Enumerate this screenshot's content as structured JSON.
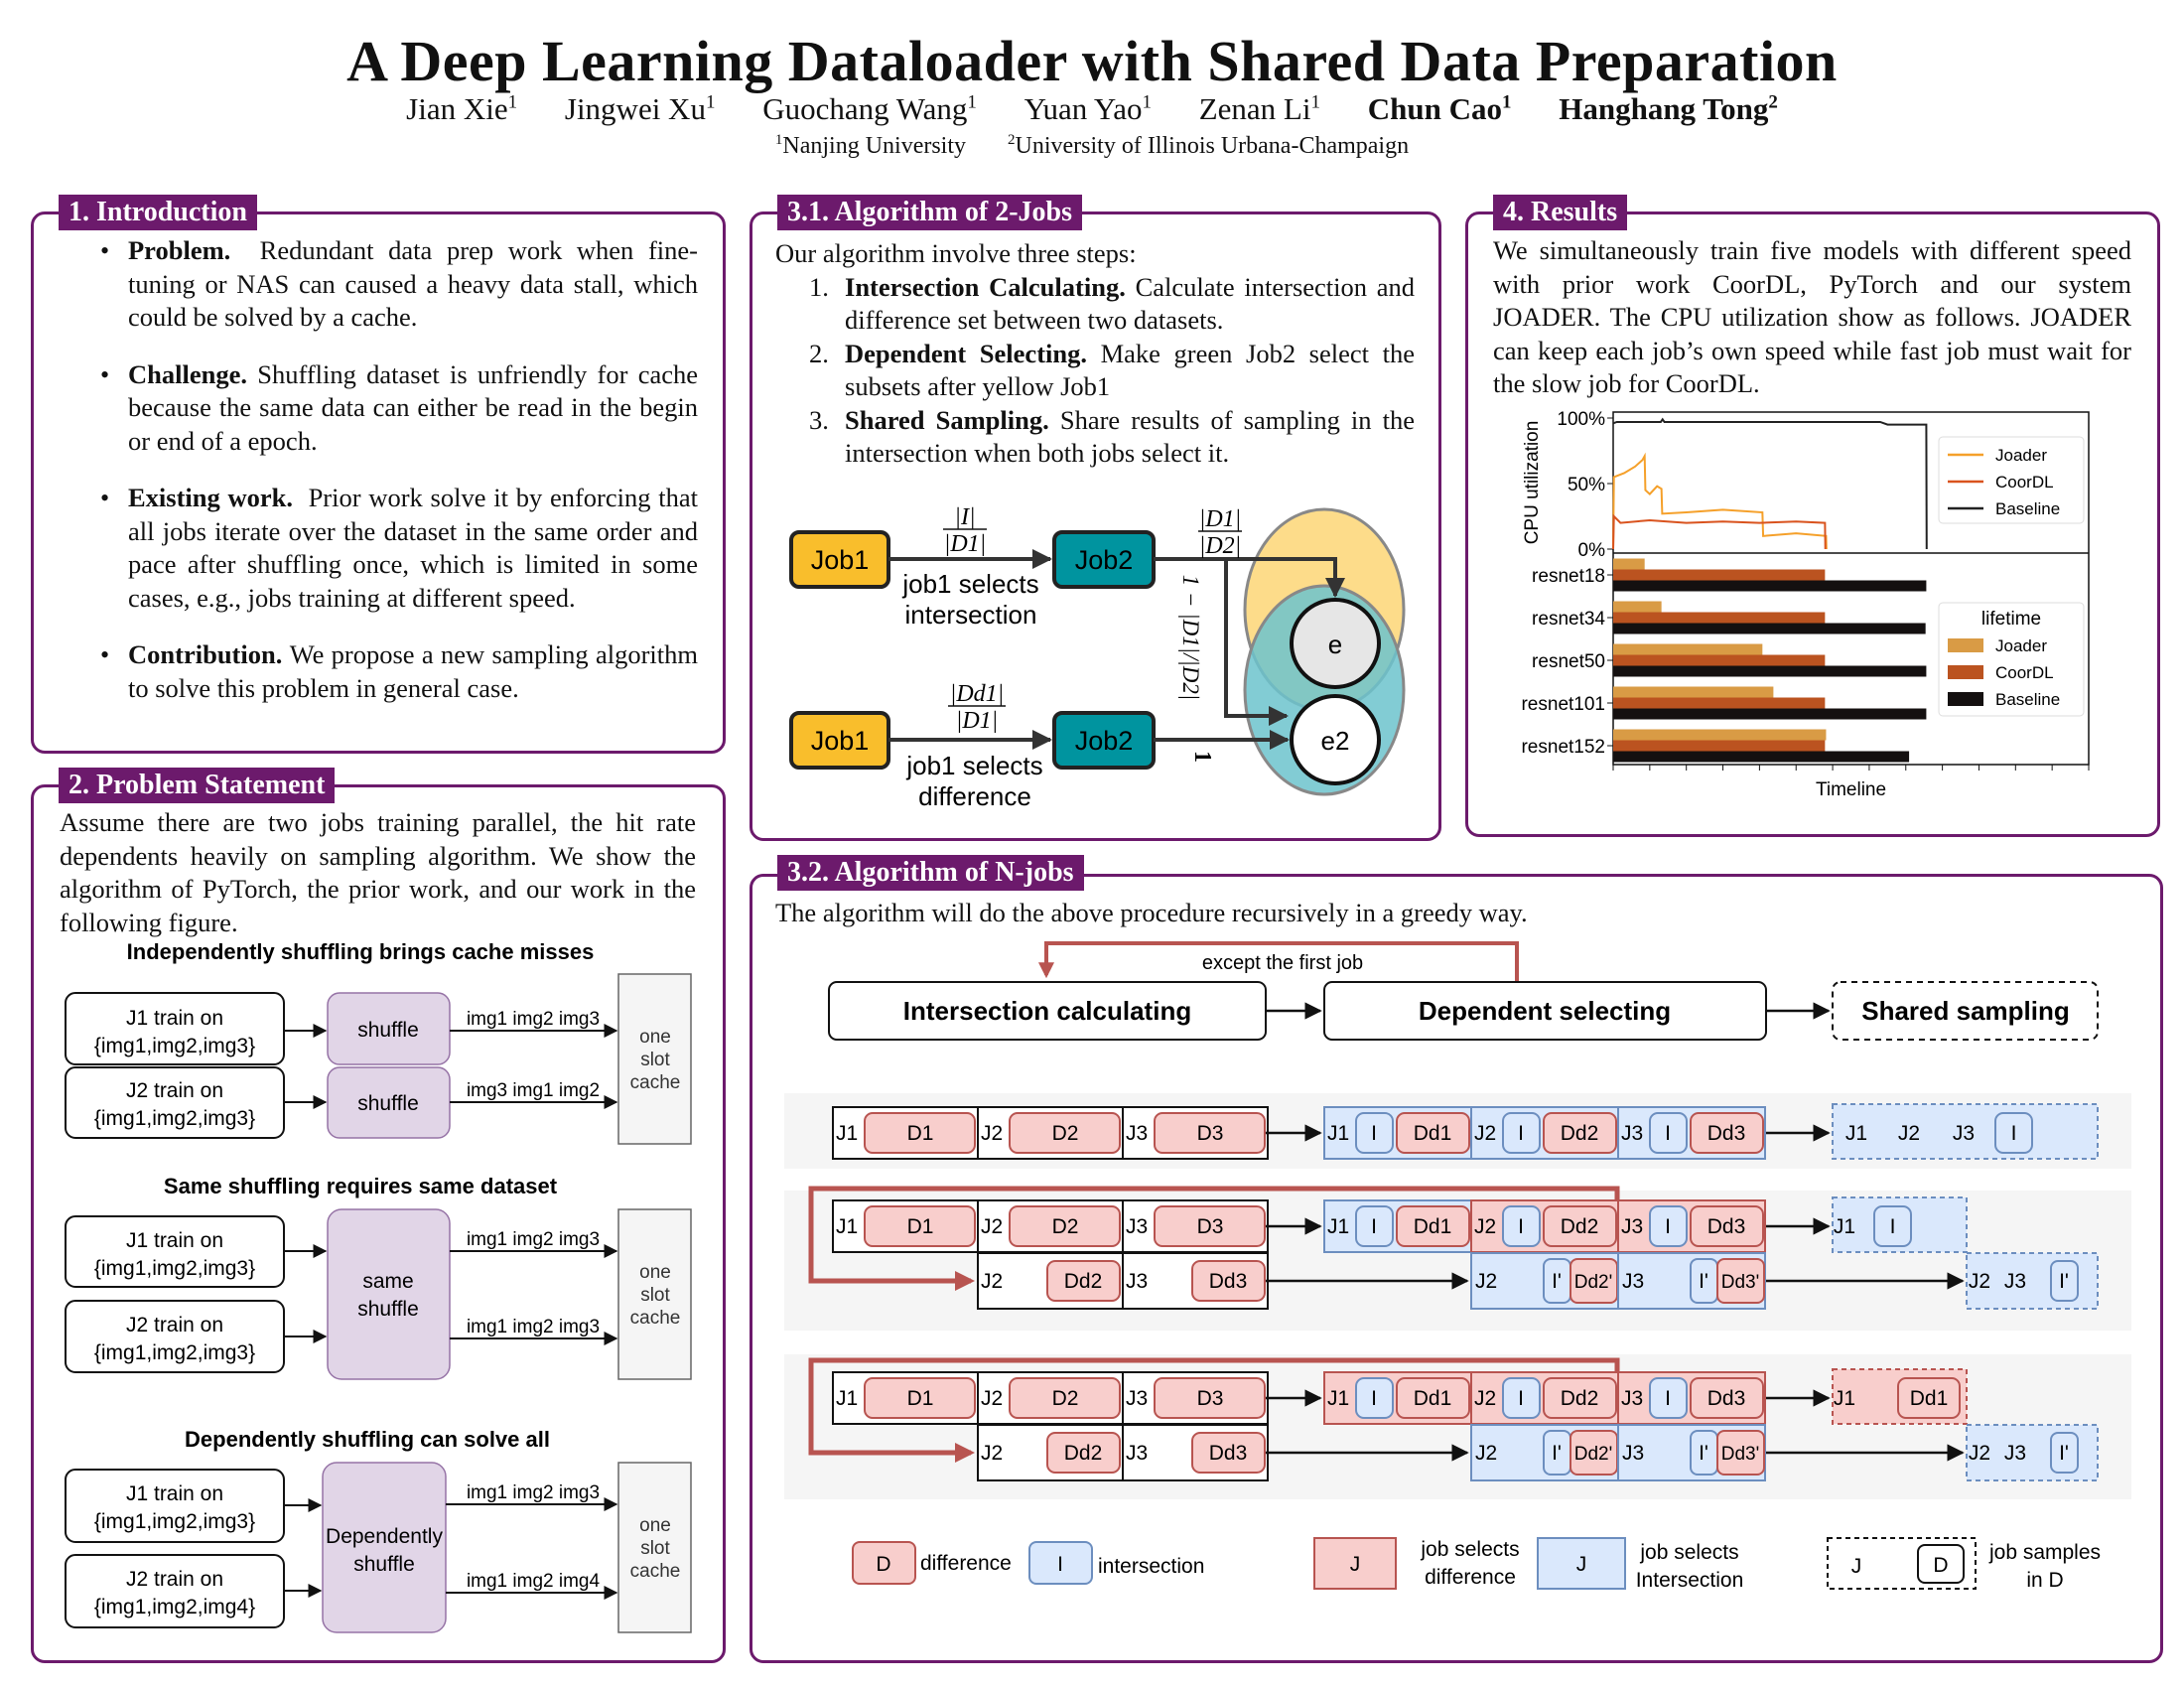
{
  "header": {
    "title": "A Deep Learning Dataloader with Shared Data Preparation",
    "authors": [
      {
        "name": "Jian Xie",
        "sup": "1"
      },
      {
        "name": "Jingwei Xu",
        "sup": "1"
      },
      {
        "name": "Guochang Wang",
        "sup": "1"
      },
      {
        "name": "Yuan Yao",
        "sup": "1"
      },
      {
        "name": "Zenan Li",
        "sup": "1"
      },
      {
        "name": "Chun Cao",
        "sup": "1"
      },
      {
        "name": "Hanghang Tong",
        "sup": "2"
      }
    ],
    "affiliations": [
      {
        "sup": "1",
        "name": "Nanjing University"
      },
      {
        "sup": "2",
        "name": "University of Illinois Urbana-Champaign"
      }
    ]
  },
  "intro": {
    "heading": "1. Introduction",
    "bullets": [
      {
        "title": "Problem.",
        "text": "Redundant data prep work when fine-tuning or NAS can caused a heavy data stall, which could be solved by a cache."
      },
      {
        "title": "Challenge.",
        "text": "Shuffling dataset is unfriendly for cache because the same data can either be read in the begin or end of a epoch."
      },
      {
        "title": "Existing work.",
        "text": "Prior work solve it by enforcing that all jobs iterate over the dataset in the same order and pace after shuffling once, which is limited in some cases, e.g., jobs training at different speed."
      },
      {
        "title": "Contribution.",
        "text": "We propose a new sampling algorithm to solve this problem in general case."
      }
    ]
  },
  "problem": {
    "heading": "2. Problem Statement",
    "text": "Assume there are two jobs training parallel, the hit rate dependents heavily on sampling algorithm. We show the algorithm of PyTorch, the prior work, and our work in the following figure.",
    "figures": [
      {
        "title": "Independently shuffling brings cache misses",
        "j1": "J1 train on",
        "j1_set": "{img1,img2,img3}",
        "j2": "J2 train on",
        "j2_set": "{img1,img2,img3}",
        "shuffle1": "shuffle",
        "shuffle2": "shuffle",
        "stream1": "img1 img2 img3",
        "stream2": "img3 img1 img2",
        "cache": [
          "one",
          "slot",
          "cache"
        ]
      },
      {
        "title": "Same shuffling requires same dataset",
        "j1": "J1 train on",
        "j1_set": "{img1,img2,img3}",
        "j2": "J2 train on",
        "j2_set": "{img1,img2,img3}",
        "shuffle": [
          "same",
          "shuffle"
        ],
        "stream1": "img1 img2 img3",
        "stream2": "img1 img2 img3",
        "cache": [
          "one",
          "slot",
          "cache"
        ]
      },
      {
        "title": "Dependently shuffling can solve all",
        "j1": "J1 train on",
        "j1_set": "{img1,img2,img3}",
        "j2": "J2 train on",
        "j2_set": "{img1,img2,img4}",
        "shuffle": [
          "Dependently",
          "shuffle"
        ],
        "stream1": "img1 img2 img3",
        "stream2": "img1 img2 img4",
        "cache": [
          "one",
          "slot",
          "cache"
        ]
      }
    ]
  },
  "alg2": {
    "heading": "3.1. Algorithm of 2-Jobs",
    "intro": "Our algorithm involve three steps:",
    "steps": [
      {
        "num": "1.",
        "title": "Intersection Calculating.",
        "text": "Calculate intersection and difference set between two datasets."
      },
      {
        "num": "2.",
        "title": "Dependent Selecting.",
        "text": "Make green Job2 select the subsets after yellow Job1"
      },
      {
        "num": "3.",
        "title": "Shared Sampling.",
        "text": "Share results of sampling in the intersection when both jobs select it."
      }
    ],
    "diagram": {
      "job1": "Job1",
      "job2": "Job2",
      "frac_i_num": "|I|",
      "frac_i_den": "|D1|",
      "frac_dd_num": "|Dd1|",
      "frac_dd_den": "|D1|",
      "frac_d_num": "|D1|",
      "frac_d_den": "|D2|",
      "one_minus": "1 − |D1|/|D2|",
      "one": "1",
      "sel_int": [
        "job1 selects",
        "intersection"
      ],
      "sel_diff": [
        "job1 selects",
        "difference"
      ],
      "e": "e",
      "e2": "e2",
      "colors": {
        "job1": "#f9be2c",
        "job2": "#00949f",
        "yellow_set": "#fddc8a",
        "teal_set": "#6cc3cc"
      }
    }
  },
  "results": {
    "heading": "4. Results",
    "text": "We simultaneously train five models with different speed with prior work CoorDL, PyTorch and our system JOADER. The CPU utilization show as follows. JOADER can keep each job’s own speed while fast job must wait for the slow job for CoorDL."
  },
  "chart_data": [
    {
      "type": "line",
      "ylabel": "CPU utilization",
      "ylim": [
        0,
        100
      ],
      "yticks": [
        "0%",
        "50%",
        "100%"
      ],
      "xlim": [
        0,
        13
      ],
      "legend": "right",
      "series": [
        {
          "name": "Joader",
          "color": "#f5a02a",
          "points": [
            [
              0,
              0
            ],
            [
              0.02,
              55
            ],
            [
              0.3,
              58
            ],
            [
              0.6,
              63
            ],
            [
              0.8,
              68
            ],
            [
              0.86,
              71
            ],
            [
              0.88,
              45
            ],
            [
              1.0,
              42
            ],
            [
              1.2,
              48
            ],
            [
              1.32,
              46
            ],
            [
              1.34,
              27
            ],
            [
              2,
              28
            ],
            [
              3,
              30
            ],
            [
              4.08,
              28
            ],
            [
              4.1,
              10
            ],
            [
              5,
              12
            ],
            [
              5.82,
              10
            ],
            [
              5.83,
              0
            ]
          ]
        },
        {
          "name": "CoorDL",
          "color": "#d9531e",
          "points": [
            [
              0,
              0
            ],
            [
              0.02,
              25
            ],
            [
              0.2,
              20
            ],
            [
              1,
              22
            ],
            [
              2,
              20
            ],
            [
              3,
              21
            ],
            [
              4,
              20
            ],
            [
              5,
              21
            ],
            [
              5.79,
              20
            ],
            [
              5.8,
              0
            ]
          ]
        },
        {
          "name": "Baseline",
          "color": "#222222",
          "points": [
            [
              0,
              96
            ],
            [
              0.1,
              97
            ],
            [
              1.3,
              97
            ],
            [
              1.35,
              99
            ],
            [
              1.4,
              97
            ],
            [
              7.3,
              97
            ],
            [
              7.5,
              95
            ],
            [
              8.56,
              95
            ],
            [
              8.57,
              0
            ]
          ]
        }
      ]
    },
    {
      "type": "bar",
      "orientation": "horizontal",
      "xlabel": "Timeline",
      "xlim": [
        0,
        13
      ],
      "categories": [
        "resnet18",
        "resnet34",
        "resnet50",
        "resnet101",
        "resnet152"
      ],
      "legend_title": "lifetime",
      "legend": "right",
      "series": [
        {
          "name": "Joader",
          "color": "#d99b45",
          "values": [
            0.86,
            1.32,
            4.08,
            4.38,
            5.82
          ]
        },
        {
          "name": "CoorDL",
          "color": "#bb5320",
          "values": [
            5.79,
            5.79,
            5.79,
            5.79,
            5.79
          ]
        },
        {
          "name": "Baseline",
          "color": "#141010",
          "values": [
            8.56,
            8.54,
            8.56,
            8.56,
            8.09
          ]
        }
      ]
    }
  ],
  "algN": {
    "heading": "3.2. Algorithm of N-jobs",
    "text": "The algorithm will do the above procedure recursively in a greedy way.",
    "flow": {
      "step1": "Intersection calculating",
      "step2": "Dependent selecting",
      "step3": "Shared sampling",
      "loop_label": "except the first job"
    },
    "rows": [
      {
        "input": [
          {
            "job": "J1",
            "d": "D1"
          },
          {
            "job": "J2",
            "d": "D2"
          },
          {
            "job": "J3",
            "d": "D3"
          }
        ],
        "select": [
          {
            "job": "J1",
            "i": "I",
            "d": "Dd1",
            "mode": "int"
          },
          {
            "job": "J2",
            "i": "I",
            "d": "Dd2",
            "mode": "int"
          },
          {
            "job": "J3",
            "i": "I",
            "d": "Dd3",
            "mode": "int"
          }
        ],
        "output": {
          "jobs": [
            "J1",
            "J2",
            "J3"
          ],
          "sample": "I",
          "mode": "int"
        }
      },
      {
        "input": [
          {
            "job": "J1",
            "d": "D1"
          },
          {
            "job": "J2",
            "d": "D2"
          },
          {
            "job": "J3",
            "d": "D3"
          }
        ],
        "input2": [
          {
            "job": "J2",
            "d": "Dd2"
          },
          {
            "job": "J3",
            "d": "Dd3"
          }
        ],
        "select": [
          {
            "job": "J1",
            "i": "I",
            "d": "Dd1",
            "mode": "int"
          },
          {
            "job": "J2",
            "i": "I",
            "d": "Dd2",
            "mode": "diff"
          },
          {
            "job": "J3",
            "i": "I",
            "d": "Dd3",
            "mode": "diff"
          }
        ],
        "select2": [
          {
            "job": "J2",
            "i": "I'",
            "d": "Dd2'"
          },
          {
            "job": "J3",
            "i": "I'",
            "d": "Dd3'"
          }
        ],
        "output": {
          "jobs": [
            "J1"
          ],
          "sample": "I",
          "mode": "int"
        },
        "output2": {
          "jobs": [
            "J2",
            "J3"
          ],
          "sample": "I'"
        }
      },
      {
        "input": [
          {
            "job": "J1",
            "d": "D1"
          },
          {
            "job": "J2",
            "d": "D2"
          },
          {
            "job": "J3",
            "d": "D3"
          }
        ],
        "input2": [
          {
            "job": "J2",
            "d": "Dd2"
          },
          {
            "job": "J3",
            "d": "Dd3"
          }
        ],
        "select": [
          {
            "job": "J1",
            "i": "I",
            "d": "Dd1",
            "mode": "diff"
          },
          {
            "job": "J2",
            "i": "I",
            "d": "Dd2",
            "mode": "diff"
          },
          {
            "job": "J3",
            "i": "I",
            "d": "Dd3",
            "mode": "diff"
          }
        ],
        "select2": [
          {
            "job": "J2",
            "i": "I'",
            "d": "Dd2'"
          },
          {
            "job": "J3",
            "i": "I'",
            "d": "Dd3'"
          }
        ],
        "output": {
          "jobs": [
            "J1"
          ],
          "sample": "Dd1",
          "mode": "diff"
        },
        "output2": {
          "jobs": [
            "J2",
            "J3"
          ],
          "sample": "I'"
        }
      }
    ],
    "legend": {
      "d_symbol": "D",
      "d_label": "difference",
      "i_symbol": "I",
      "i_label": "intersection",
      "j_symbol": "J",
      "j_diff_label": [
        "job selects",
        "difference"
      ],
      "j_int_label": [
        "job selects",
        "Intersection"
      ],
      "samples_j": "J",
      "samples_d": "D",
      "samples_label": [
        "job samples",
        "in D"
      ]
    },
    "colors": {
      "red_fill": "#f8cecc",
      "red_stroke": "#b85450",
      "blue_fill": "#dae8fc",
      "blue_stroke": "#6c8ebf",
      "band": "#f5f5f5"
    }
  }
}
